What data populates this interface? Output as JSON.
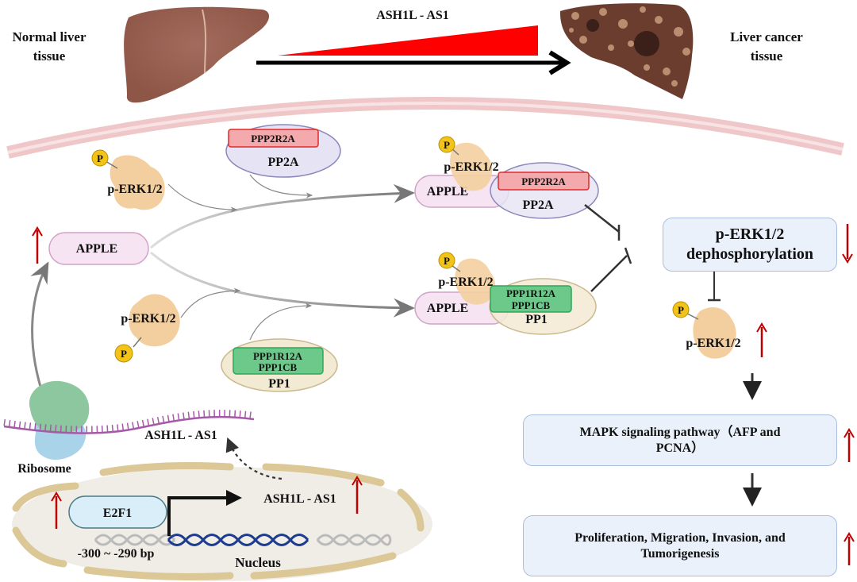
{
  "header": {
    "left_label_line1": "Normal liver",
    "left_label_line2": "tissue",
    "right_label_line1": "Liver cancer",
    "right_label_line2": "tissue",
    "gradient_label": "ASH1L - AS1",
    "gradient_color": "#ff0000"
  },
  "labels": {
    "perk": "p-ERK1/2",
    "apple": "APPLE",
    "ppp2r2a": "PPP2R2A",
    "pp2a": "PP2A",
    "ppp1r12a": "PPP1R12A",
    "ppp1cb": "PPP1CB",
    "pp1": "PP1",
    "phospho": "P",
    "ribosome": "Ribosome",
    "ash1l_as1": "ASH1L - AS1",
    "e2f1": "E2F1",
    "promoter_region": "-300 ~ -290 bp",
    "nucleus": "Nucleus"
  },
  "flow": {
    "dephos_line1": "p-ERK1/2",
    "dephos_line2": "dephosphorylation",
    "mapk_line1": "MAPK signaling pathway（AFP and",
    "mapk_line2": "PCNA）",
    "outcome_line1": "Proliferation, Migration, Invasion, and",
    "outcome_line2": "Tumorigenesis"
  },
  "indicators": {
    "up_arrow": "↑",
    "down_arrow": "↓",
    "color": "#c00000"
  },
  "colors": {
    "pp2a_fill": "#e6e4f4",
    "pp2a_border": "#8a88bb",
    "ppp2r2a_fill": "#f4a9ad",
    "ppp2r2a_border": "#e02a2a",
    "pp1_fill": "#f3ead4",
    "pp1_border": "#c9b98f",
    "ppp1_fill": "#6cc98a",
    "ppp1_border": "#2ea85a",
    "apple_fill": "#f7e4f2",
    "apple_border": "#cfa3c7",
    "e2f1_fill": "#d9eef8",
    "e2f1_border": "#4a7a88",
    "phospho_fill": "#f2c318",
    "erk_fill": "#f3cf9f",
    "membrane": "#f0c7c9",
    "nucleus_fill": "#efede6",
    "nuclear_envelope": "#dcc796",
    "flow_box_fill": "#eaf1fb",
    "flow_box_border": "#a9bedc"
  }
}
